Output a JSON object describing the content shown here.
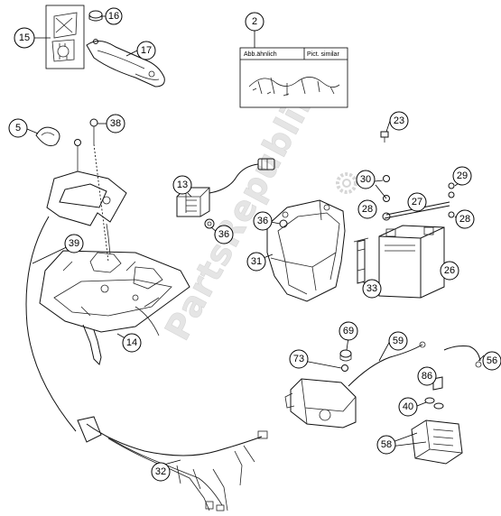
{
  "watermark": "PartsRepublik",
  "inset_labels": {
    "left": "Abb.ähnlich",
    "right": "Pict. similar"
  },
  "callouts": [
    {
      "id": "c2",
      "text": "2"
    },
    {
      "id": "c5",
      "text": "5"
    },
    {
      "id": "c13",
      "text": "13"
    },
    {
      "id": "c14",
      "text": "14"
    },
    {
      "id": "c15",
      "text": "15"
    },
    {
      "id": "c16",
      "text": "16"
    },
    {
      "id": "c17",
      "text": "17"
    },
    {
      "id": "c23",
      "text": "23"
    },
    {
      "id": "c26",
      "text": "26"
    },
    {
      "id": "c27",
      "text": "27"
    },
    {
      "id": "c28a",
      "text": "28"
    },
    {
      "id": "c28b",
      "text": "28"
    },
    {
      "id": "c29",
      "text": "29"
    },
    {
      "id": "c30",
      "text": "30"
    },
    {
      "id": "c31",
      "text": "31"
    },
    {
      "id": "c32",
      "text": "32"
    },
    {
      "id": "c33",
      "text": "33"
    },
    {
      "id": "c36a",
      "text": "36"
    },
    {
      "id": "c36b",
      "text": "36"
    },
    {
      "id": "c38",
      "text": "38"
    },
    {
      "id": "c39",
      "text": "39"
    },
    {
      "id": "c40",
      "text": "40"
    },
    {
      "id": "c56",
      "text": "56"
    },
    {
      "id": "c58",
      "text": "58"
    },
    {
      "id": "c59",
      "text": "59"
    },
    {
      "id": "c69",
      "text": "69"
    },
    {
      "id": "c73",
      "text": "73"
    },
    {
      "id": "c86",
      "text": "86"
    }
  ],
  "colors": {
    "line": "#111111",
    "highlight": "#e8c488",
    "watermark": "#e5e5e5"
  }
}
